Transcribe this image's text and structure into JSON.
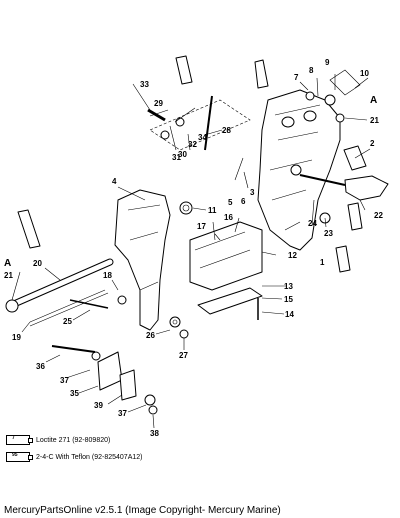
{
  "callouts": [
    "1",
    "2",
    "3",
    "4",
    "5",
    "6",
    "7",
    "8",
    "9",
    "10",
    "11",
    "12",
    "13",
    "14",
    "15",
    "16",
    "17",
    "18",
    "19",
    "20",
    "21",
    "22",
    "23",
    "24",
    "25",
    "26",
    "27",
    "28",
    "29",
    "30",
    "31",
    "32",
    "33",
    "34",
    "35",
    "36",
    "37",
    "38",
    "39"
  ],
  "view_letters": [
    "A",
    "A"
  ],
  "legend": [
    {
      "tube": "7",
      "text": "Loctite 271 (92-809820)"
    },
    {
      "tube": "95",
      "text": "2-4-C  With Teflon (92-825407A12)"
    }
  ],
  "footer": "MercuryPartsOnline v2.5.1 (Image Copyright- Mercury Marine)"
}
